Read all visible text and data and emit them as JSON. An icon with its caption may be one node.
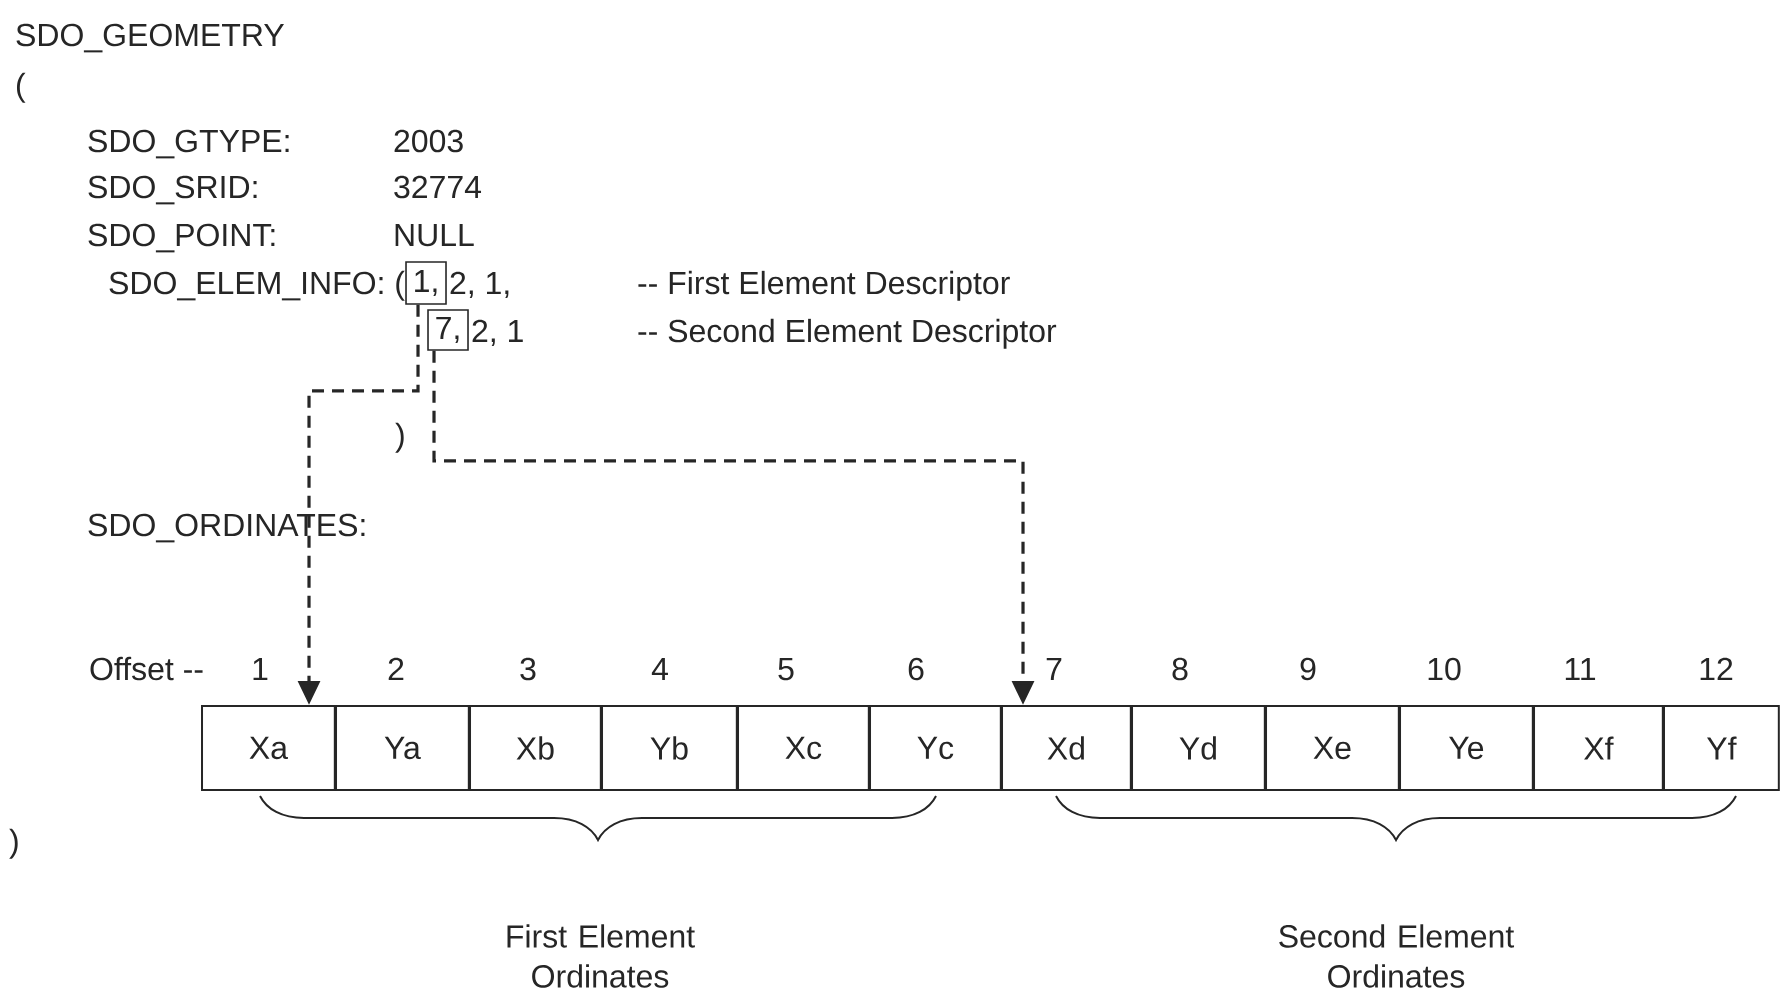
{
  "diagram": {
    "nodes": [
      {
        "text": [
          "1,"
        ]
      },
      {
        "text": [
          "7,"
        ]
      },
      {
        "text": [
          "Xa"
        ]
      },
      {
        "text": [
          "Ya"
        ]
      },
      {
        "text": [
          "Xb"
        ]
      },
      {
        "text": [
          "Yb"
        ]
      },
      {
        "text": [
          "Xc"
        ]
      },
      {
        "text": [
          "Yc"
        ]
      },
      {
        "text": [
          "Xd"
        ]
      },
      {
        "text": [
          "Yd"
        ]
      },
      {
        "text": [
          "Xe"
        ]
      },
      {
        "text": [
          "Ye"
        ]
      },
      {
        "text": [
          "Xf"
        ]
      },
      {
        "text": [
          "Yf"
        ]
      }
    ],
    "edges": [
      {
        "from": 0,
        "to": 2,
        "arrow": "to",
        "style": "dashed"
      },
      {
        "from": 1,
        "to": 8,
        "arrow": "to",
        "style": "dashed"
      }
    ],
    "labels": [
      "SDO_GEOMETRY",
      "(",
      "SDO_GTYPE:",
      "2003",
      "SDO_SRID:",
      "32774",
      "SDO_POINT:",
      "NULL",
      "SDO_ELEM_INFO: (",
      "2, 1,",
      "-- First Element Descriptor",
      "2, 1",
      "-- Second Element Descriptor",
      ")",
      "SDO_ORDINATES:",
      "Offset --",
      "1",
      "2",
      "3",
      "4",
      "5",
      "6",
      "7",
      "8",
      "9",
      "10",
      "11",
      "12",
      ")",
      "First Element Ordinates",
      "Second Element Ordinates"
    ]
  }
}
